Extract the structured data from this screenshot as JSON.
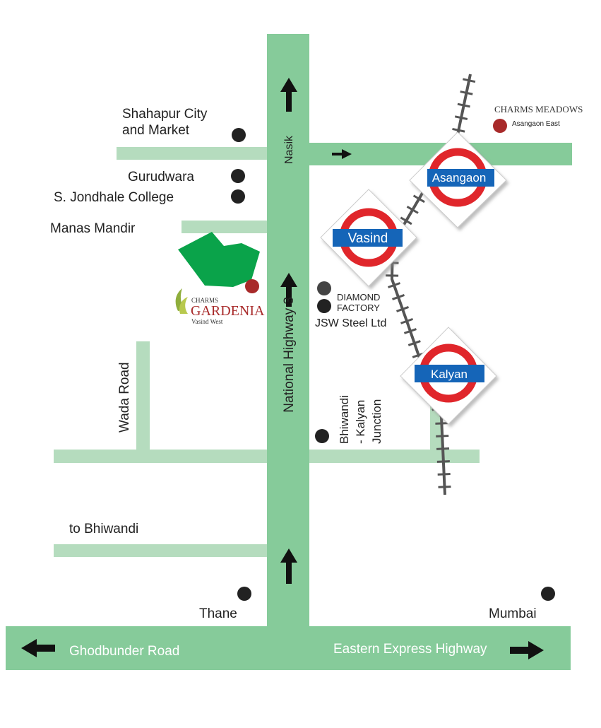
{
  "colors": {
    "highway": "#86cb9a",
    "road": "#b5dcbe",
    "rail": "#555555",
    "poi": "#222222",
    "project": "#a82a2a",
    "station_ring": "#e0262b",
    "station_bar": "#1565b8",
    "plot": "#0aa34a"
  },
  "roads": {
    "nh3": "National Highway 3",
    "nasik": "Nasik",
    "ghodbunder": "Ghodbunder Road",
    "eastern_express": "Eastern Express Highway",
    "wada": "Wada Road",
    "to_bhiwandi": "to Bhiwandi",
    "junction_line1": "Bhiwandi",
    "junction_line2": "- Kalyan",
    "junction_line3": "Junction"
  },
  "places": {
    "shahapur_line1": "Shahapur City",
    "shahapur_line2": "and Market",
    "gurudwara": "Gurudwara",
    "jondhale": "S. Jondhale College",
    "manas_mandir": "Manas Mandir",
    "diamond_line1": "DIAMOND",
    "diamond_line2": "FACTORY",
    "jsw": "JSW Steel Ltd",
    "thane": "Thane",
    "mumbai": "Mumbai"
  },
  "projects": {
    "gardenia_brand": "CHARMS",
    "gardenia_name": "GARDENIA",
    "gardenia_sub": "Vasind West",
    "meadows_name": "CHARMS MEADOWS",
    "meadows_sub": "Asangaon East"
  },
  "stations": {
    "asangaon": "Asangaon",
    "vasind": "Vasind",
    "kalyan": "Kalyan"
  },
  "icons": {
    "arrow": "arrow-icon",
    "station": "station-roundel-icon",
    "poi": "dot-marker-icon",
    "logo": "gardenia-leaf-logo"
  }
}
